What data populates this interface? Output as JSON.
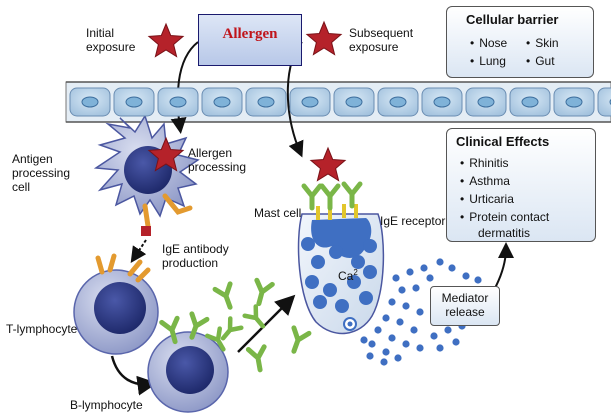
{
  "allergen_label": "Allergen",
  "labels": {
    "initial_exposure": [
      "Initial",
      "exposure"
    ],
    "subsequent_exposure": [
      "Subsequent",
      "exposure"
    ],
    "antigen_processing_cell": [
      "Antigen",
      "processing",
      "cell"
    ],
    "allergen_processing": [
      "Allergen",
      "processing"
    ],
    "ige_antibody_production": [
      "IgE antibody",
      "production"
    ],
    "t_lymphocyte": "T-lymphocyte",
    "b_lymphocyte": "B-lymphocyte",
    "mast_cell": "Mast cell",
    "ige_receptor": "IgE receptor",
    "calcium": "Ca",
    "calcium_superscript": "2",
    "mediator_release": [
      "Mediator",
      "release"
    ]
  },
  "cellular_barrier": {
    "title": "Cellular barrier",
    "items": [
      "Nose",
      "Skin",
      "Lung",
      "Gut"
    ]
  },
  "clinical_effects": {
    "title": "Clinical Effects",
    "items": [
      "Rhinitis",
      "Asthma",
      "Urticaria",
      "Protein contact",
      "dermatitis"
    ]
  },
  "colors": {
    "star": "#b5222a",
    "cell_dark": "#2b3784",
    "cell_membrane": "#aab3d6",
    "epithelium": "#b9d3e8",
    "antibody_green": "#7ab648",
    "receptor_orange": "#e39a2f",
    "mediator_blue": "#3f6fc2",
    "allergen_text": "#c0141a"
  }
}
